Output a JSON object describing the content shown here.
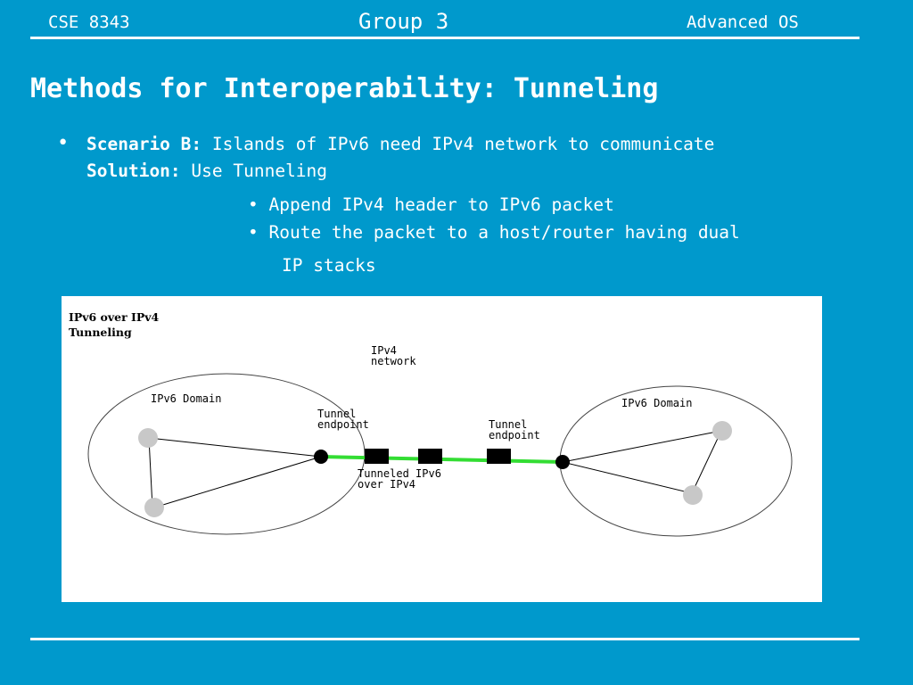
{
  "header": {
    "left": "CSE 8343",
    "center": "Group 3",
    "right": "Advanced OS"
  },
  "title": "Methods for Interoperability: Tunneling",
  "bullets": {
    "scenario_label": "Scenario B:",
    "scenario_text": " Islands of IPv6 need IPv4 network to communicate",
    "solution_label": "Solution:",
    "solution_text": " Use Tunneling",
    "sub1": "• Append IPv4 header to IPv6 packet",
    "sub2": "• Route the packet to a host/router having dual",
    "sub2_cont": "IP stacks"
  },
  "diagram": {
    "caption_line1": "IPv6 over IPv4",
    "caption_line2": "Tunneling",
    "ipv4_line1": "IPv4",
    "ipv4_line2": "network",
    "left_domain": "IPv6 Domain",
    "right_domain": "IPv6 Domain",
    "left_endpoint_line1": "Tunnel",
    "left_endpoint_line2": "endpoint",
    "right_endpoint_line1": "Tunnel",
    "right_endpoint_line2": "endpoint",
    "tunneled_line1": "Tunneled IPv6",
    "tunneled_line2": "over IPv4",
    "colors": {
      "tunnel": "#33DD33",
      "node": "#C8C8C8",
      "endpoint": "#000000"
    }
  }
}
